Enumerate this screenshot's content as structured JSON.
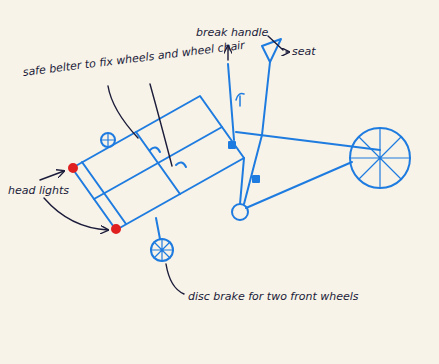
{
  "diagram": {
    "labels": [
      "safe belter to fix wheels and wheel chair",
      "break handle",
      "seat",
      "head lights",
      "disc brake for two front wheels"
    ]
  }
}
